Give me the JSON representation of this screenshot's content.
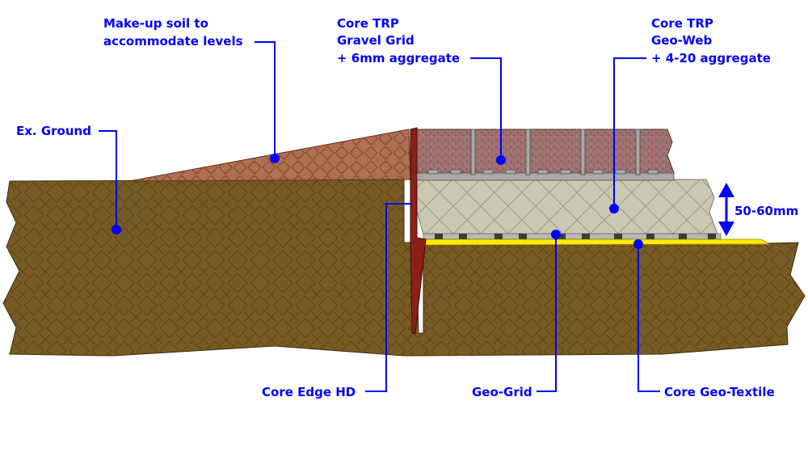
{
  "labels": {
    "makeup_soil": [
      "Make-up soil to",
      "accommodate levels"
    ],
    "gravel_grid": [
      "Core TRP",
      "Gravel Grid",
      "+ 6mm aggregate"
    ],
    "geo_web": [
      "Core TRP",
      "Geo-Web",
      "+ 4-20 aggregate"
    ],
    "ex_ground": "Ex. Ground",
    "dimension": "50-60mm",
    "core_edge": "Core Edge HD",
    "geo_grid": "Geo-Grid",
    "geo_textile": "Core Geo-Textile"
  },
  "colors": {
    "ground": "#785a23",
    "ground_hatch": "#5b4317",
    "makeup_soil": "#b06f4e",
    "makeup_hatch": "#7a4630",
    "gravel_cells": "#9e7170",
    "gravel_speckle": "#6b4645",
    "cell_walls": "#a9a9a5",
    "geo_web": "#cac8b1",
    "geo_web_hatch": "#9d9b86",
    "edge": "#8b2018",
    "geo_textile": "#ffea00",
    "leader": "#0000ff",
    "text": "#0000ff"
  }
}
